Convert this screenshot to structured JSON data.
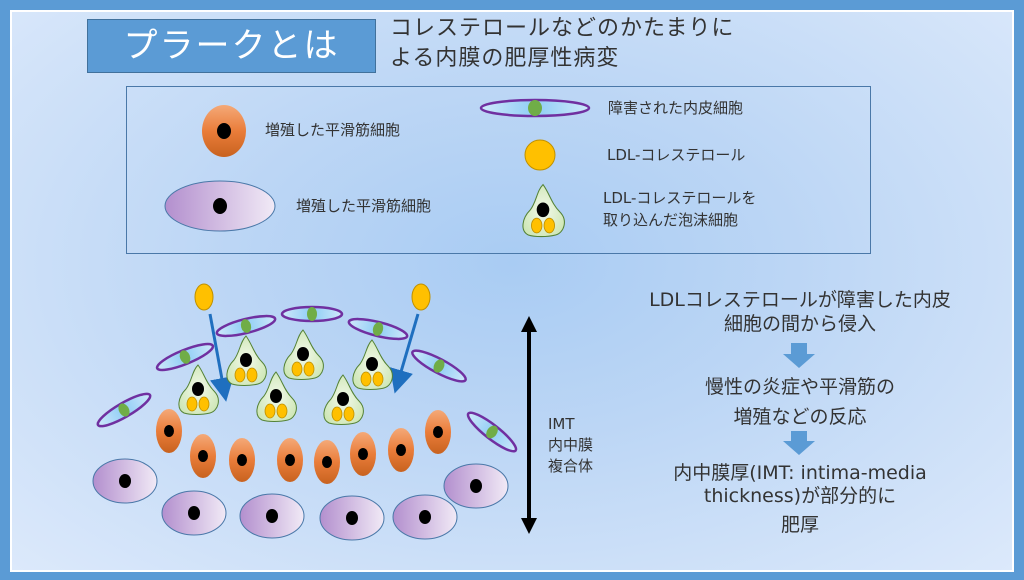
{
  "slide": {
    "title": "プラークとは",
    "subtitle_line1": "コレステロールなどのかたまりに",
    "subtitle_line2": "よる内膜の肥厚性病変"
  },
  "legend": {
    "items": [
      {
        "icon": "orange-smooth-muscle-cell-icon",
        "label": "増殖した平滑筋細胞"
      },
      {
        "icon": "purple-smooth-muscle-cell-icon",
        "label": "増殖した平滑筋細胞"
      },
      {
        "icon": "damaged-endothelial-cell-icon",
        "label": "障害された内皮細胞"
      },
      {
        "icon": "ldl-cholesterol-icon",
        "label": "LDL-コレステロール"
      },
      {
        "icon": "foam-cell-icon",
        "label_line1": "LDL-コレステロールを",
        "label_line2": "取り込んだ泡沫細胞"
      }
    ]
  },
  "imt_label": {
    "line1": "IMT",
    "line2": "内中膜",
    "line3": "複合体"
  },
  "flow": {
    "step1_line1": "LDLコレステロールが障害した内皮",
    "step1_line2": "細胞の間から侵入",
    "step2_line1": "慢性の炎症や平滑筋の",
    "step2_line2": "増殖などの反応",
    "step3_line1": "内中膜厚(IMT: intima-media",
    "step3_line2": "thickness)が部分的に",
    "step3_line3": "肥厚"
  },
  "colors": {
    "border_blue": "#5b9bd5",
    "orange_cell": "#e8782f",
    "purple_cell": "#c6a7d8",
    "endothelial_outline": "#7030a0",
    "nucleus_green": "#70ad47",
    "ldl_yellow": "#ffc000",
    "foam_green": "#dcefc8",
    "arrow_blue": "#1f6fbf"
  }
}
